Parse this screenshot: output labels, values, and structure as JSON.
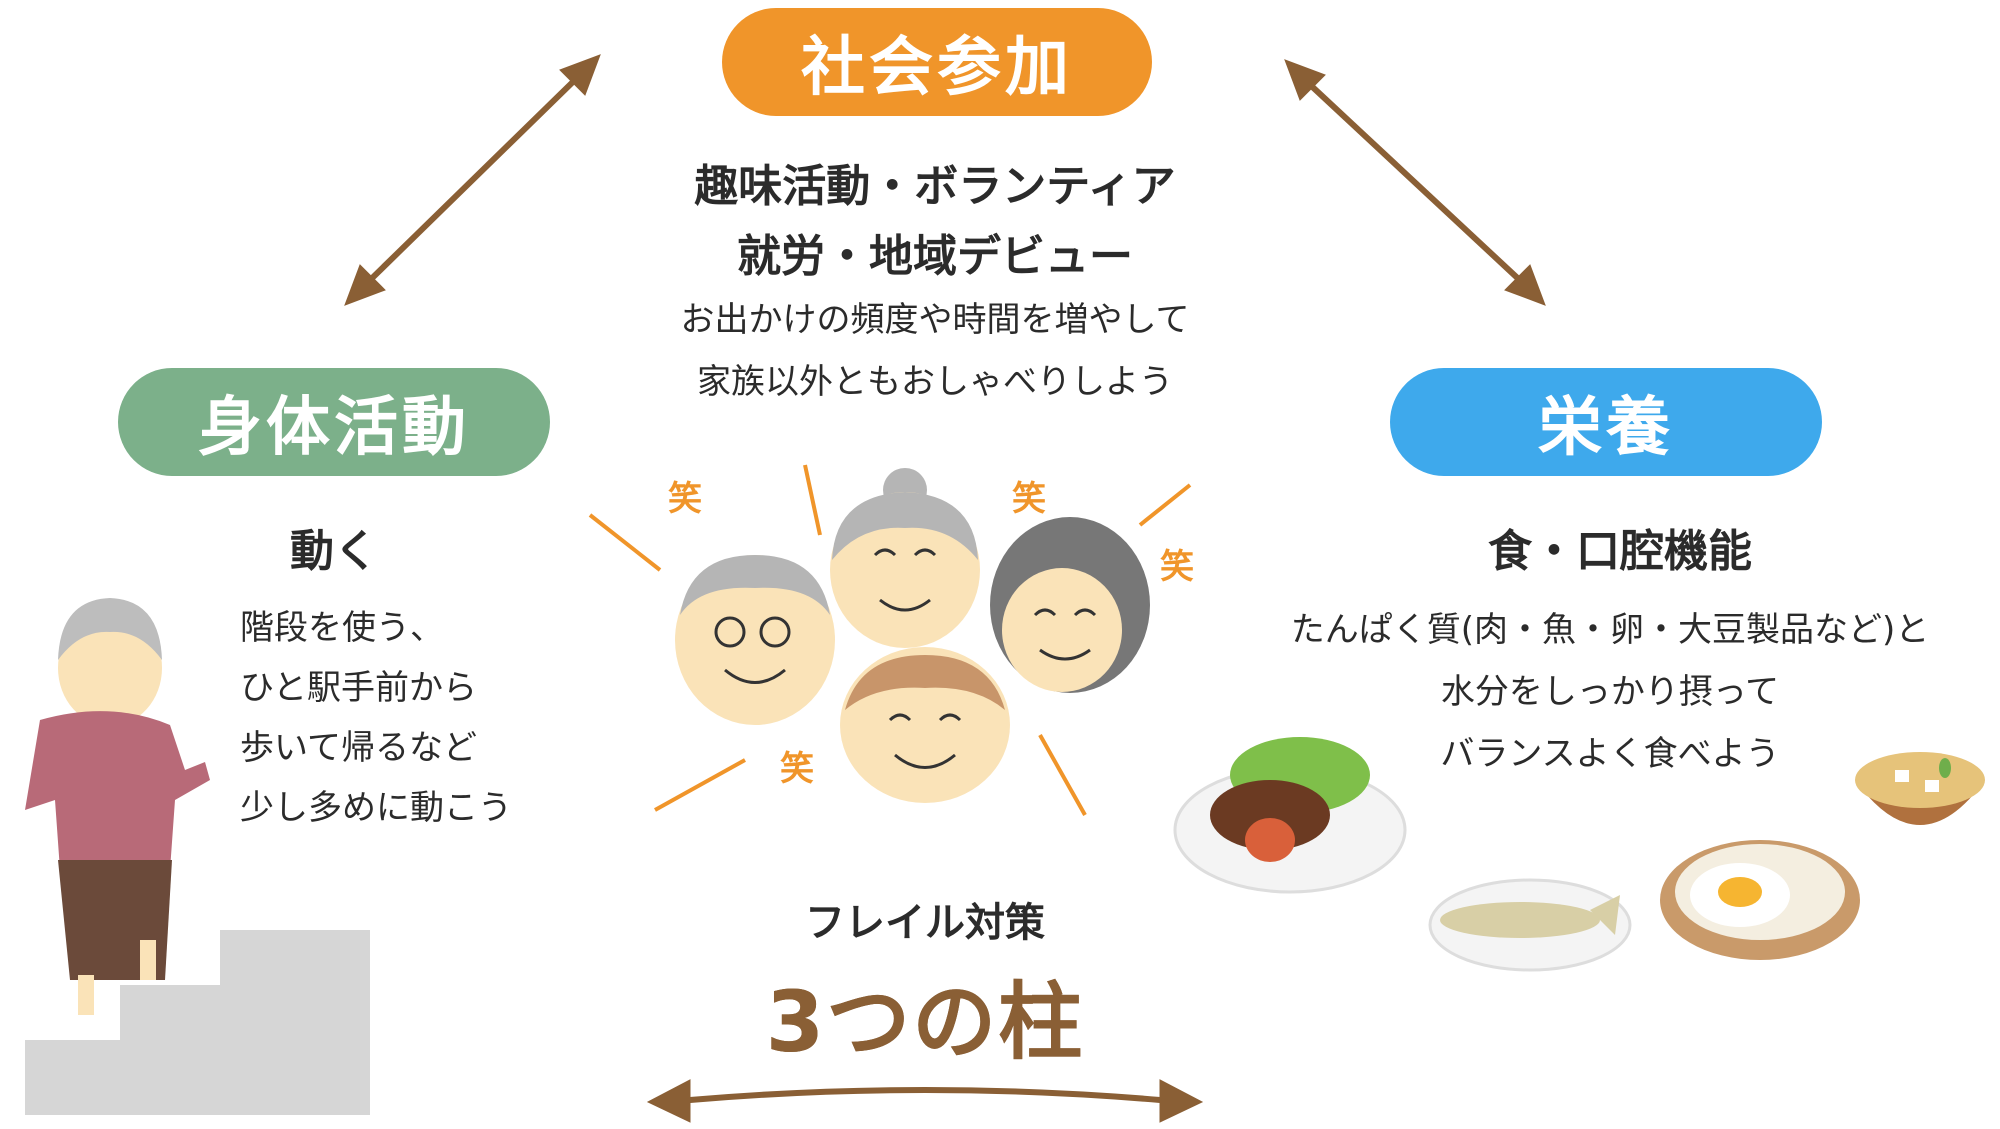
{
  "pillars": {
    "social": {
      "label": "社会参加",
      "heading_lines": [
        "趣味活動・ボランティア",
        "就労・地域デビュー"
      ],
      "description_lines": [
        "お出かけの頻度や時間を増やして",
        "家族以外ともおしゃべりしよう"
      ],
      "color": "#f0952a"
    },
    "physical": {
      "label": "身体活動",
      "heading": "動く",
      "description_lines": [
        "階段を使う、",
        "ひと駅手前から",
        "歩いて帰るなど",
        "少し多めに動こう"
      ],
      "color": "#7cb08a"
    },
    "nutrition": {
      "label": "栄養",
      "heading": "食・口腔機能",
      "description_lines": [
        "たんぱく質(肉・魚・卵・大豆製品など)と",
        "水分をしっかり摂って",
        "バランスよく食べよう"
      ],
      "color": "#3ea9ec"
    }
  },
  "center": {
    "label": "フレイル対策",
    "title": "3つの柱",
    "laugh_char": "笑"
  },
  "colors": {
    "arrow": "#8a5f35",
    "laugh": "#f0952a"
  },
  "icons": [
    "elderly-woman-icon",
    "stairs-icon",
    "smiling-faces-icon",
    "food-plates-icon",
    "miso-soup-icon",
    "grilled-fish-icon",
    "fried-egg-icon",
    "hamburg-steak-icon"
  ]
}
